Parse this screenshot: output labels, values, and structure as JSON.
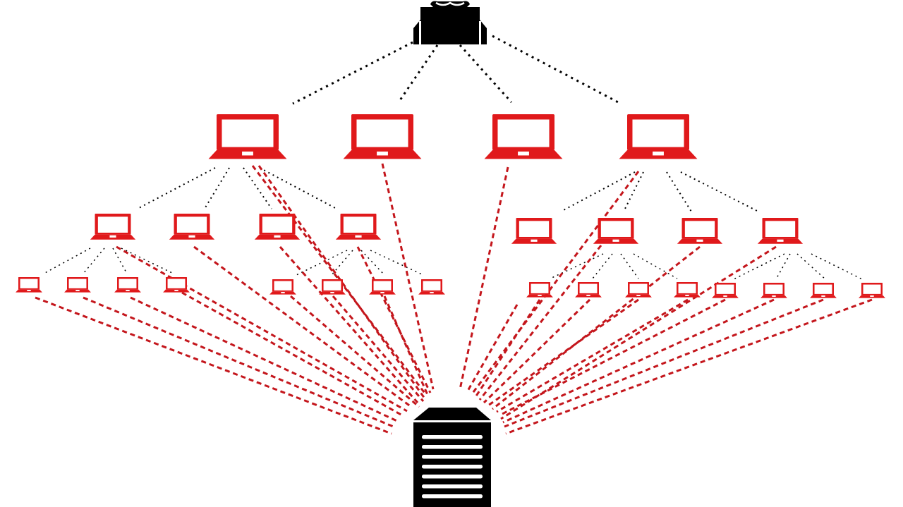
{
  "diagram": {
    "type": "botnet-hierarchy",
    "colors": {
      "background": "#ffffff",
      "infected": "#e0191b",
      "controller": "#000000",
      "link_command": "#000000",
      "link_attack": "#c4161c"
    },
    "icons": {
      "controller": "hacker-at-laptop-icon",
      "bot": "laptop-icon",
      "target": "server-tower-icon"
    },
    "levels": {
      "tier1_bots": 4,
      "tier2_bots": 8,
      "tier3_bots": 16
    }
  }
}
